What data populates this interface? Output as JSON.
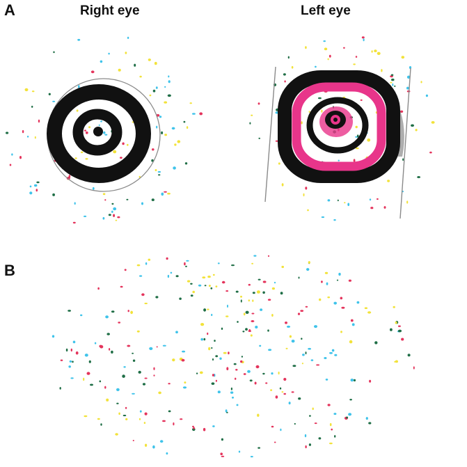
{
  "panels": {
    "a": {
      "label": "A"
    },
    "b": {
      "label": "B"
    }
  },
  "eyes": {
    "right": {
      "title": "Right eye"
    },
    "left": {
      "title": "Left eye"
    }
  },
  "colors": {
    "dot_yellow": "#f2e23a",
    "dot_cyan": "#3fc3ea",
    "dot_red": "#e4345c",
    "dot_green": "#1f6e46",
    "ink_black": "#111111",
    "ink_pink": "#e8358a",
    "pencil_gray": "#8a8a8a"
  }
}
